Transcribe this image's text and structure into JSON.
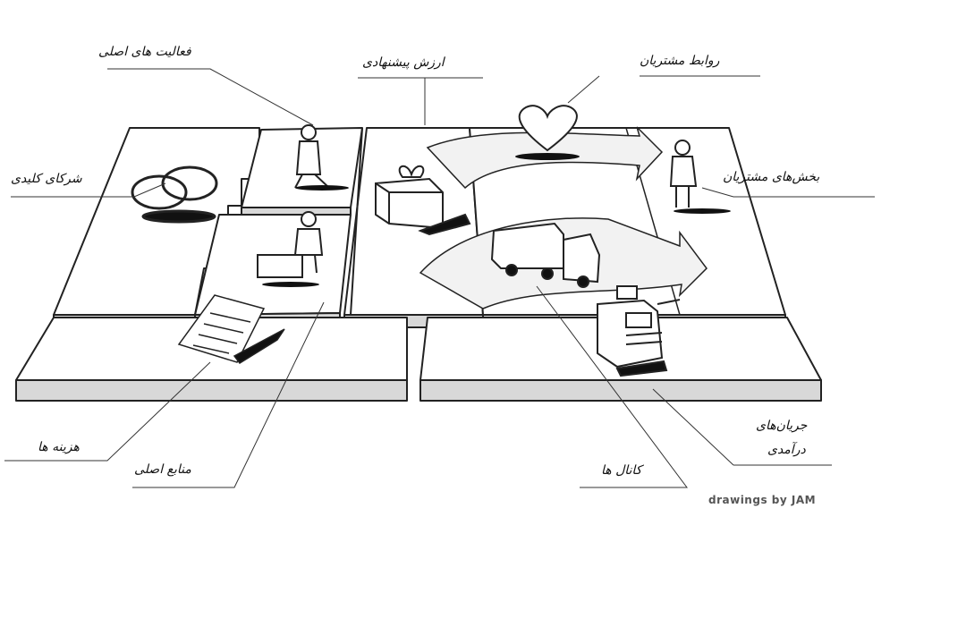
{
  "labels": {
    "key_activities": "فعالیت های اصلی",
    "value_proposition": "ارزش پیشنهادی",
    "customer_relationships": "روابط مشتریان",
    "key_partners": "شرکای کلیدی",
    "customer_segments": "بخش‌های مشتریان",
    "revenue_streams_line1": "جریان‌های",
    "revenue_streams_line2": "درآمدی",
    "channels": "کانال ها",
    "key_resources": "منابع اصلی",
    "cost_structure": "هزینه ها"
  },
  "credit": "drawings by JAM",
  "colors": {
    "line": "#222222",
    "board_side": "#d8d8d8",
    "board_top": "#ffffff",
    "arrow_fill": "#f2f2f2"
  }
}
